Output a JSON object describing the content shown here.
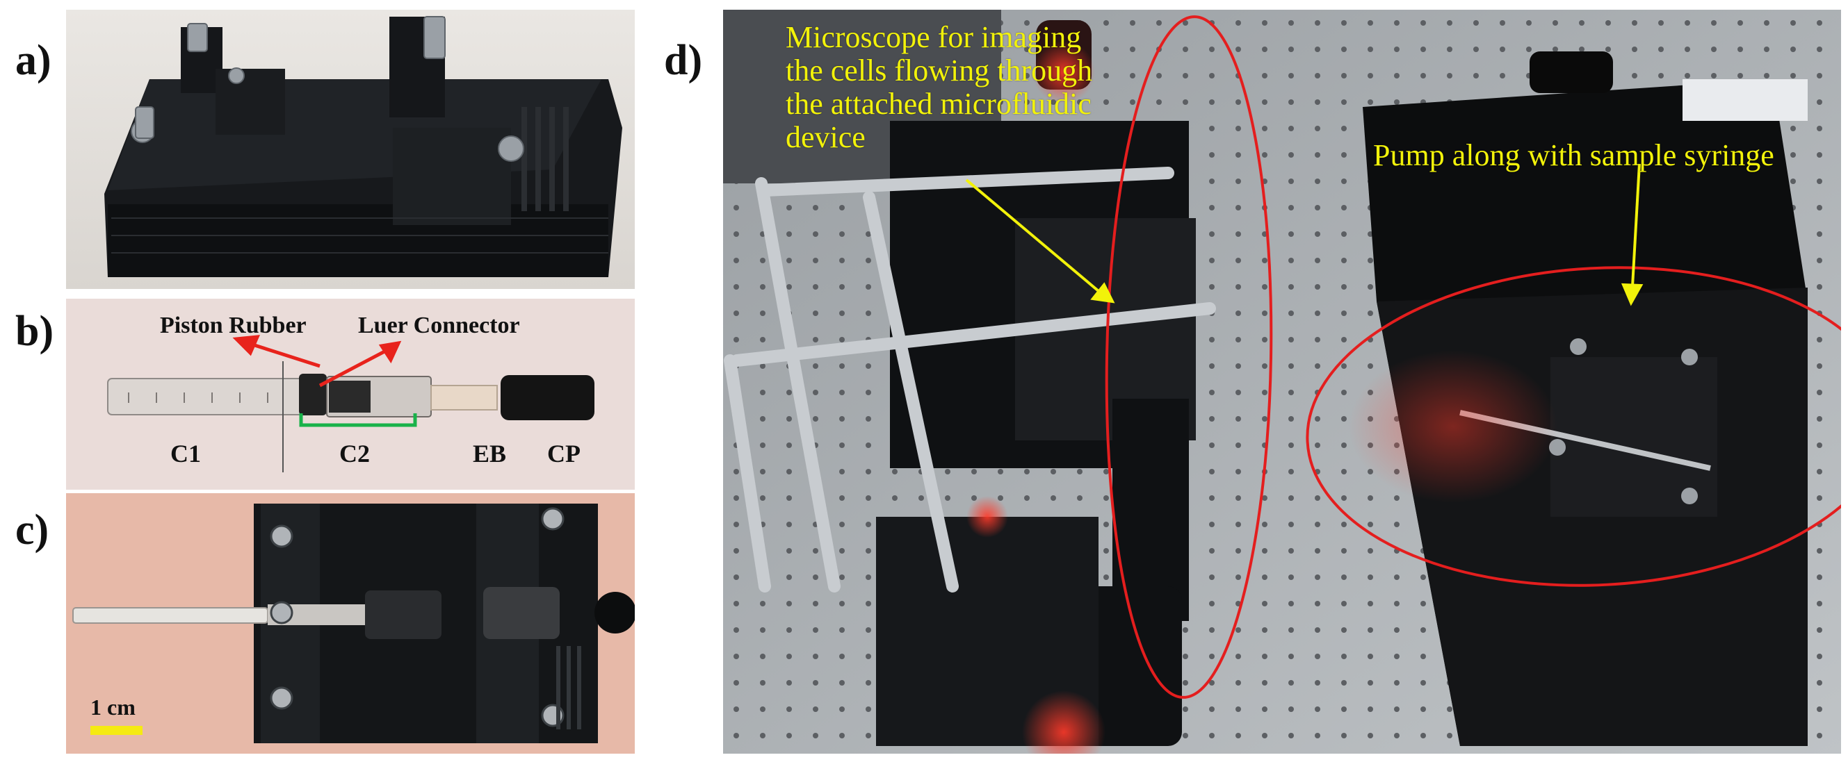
{
  "panels": {
    "a": {
      "letter": "a)"
    },
    "b": {
      "letter": "b)",
      "labels": {
        "piston_rubber": "Piston Rubber",
        "luer_connector": "Luer Connector",
        "c1": "C1",
        "c2": "C2",
        "eb": "EB",
        "cp": "CP"
      }
    },
    "c": {
      "letter": "c)",
      "scale_bar": "1 cm"
    },
    "d": {
      "letter": "d)",
      "microscope_label": [
        "Microscope for imaging",
        "the cells flowing through",
        "the attached microfluidic",
        "device"
      ],
      "pump_label": "Pump along with sample syringe"
    }
  },
  "colors": {
    "arrow_red": "#e8231c",
    "bracket_green": "#19b24a",
    "annotation_yellow": "#f2f20a",
    "scale_bar_yellow": "#f5ea12",
    "ellipse_red": "#e41e1e"
  }
}
